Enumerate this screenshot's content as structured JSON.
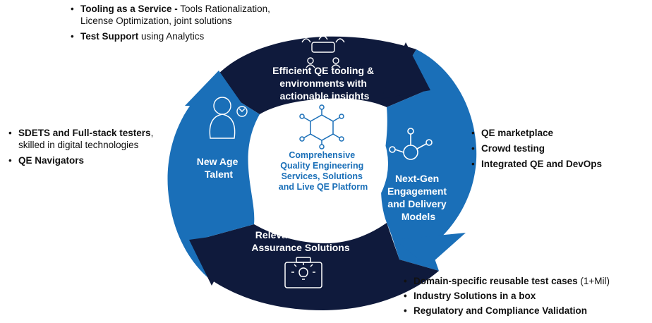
{
  "colors": {
    "dark_navy": "#0f1a3c",
    "blue": "#1a6fb8",
    "center_text": "#1a6fb8",
    "white": "#ffffff"
  },
  "top_list": [
    {
      "bold": "Tooling as a Service -",
      "rest": " Tools Rationalization,",
      "cont": "License Optimization, joint solutions"
    },
    {
      "bold": "Test Support",
      "rest": " using Analytics"
    }
  ],
  "left_list": [
    {
      "bold": "SDETS and Full-stack testers",
      "rest": ",",
      "cont": "skilled in digital technologies"
    },
    {
      "bold": "QE Navigators",
      "rest": ""
    }
  ],
  "right_list": [
    {
      "bold": "QE marketplace"
    },
    {
      "bold": "Crowd testing"
    },
    {
      "bold": "Integrated QE and DevOps"
    }
  ],
  "bottom_list": [
    {
      "bold": "Domain-specific reusable test cases",
      "note": " (1+Mil)"
    },
    {
      "bold": "Industry Solutions in a box"
    },
    {
      "bold": "Regulatory and Compliance Validation"
    }
  ],
  "segments": {
    "top": [
      "Efficient QE tooling &",
      "environments with",
      "actionable insights"
    ],
    "left": [
      "New Age",
      "Talent"
    ],
    "right": [
      "Next-Gen",
      "Engagement",
      "and Delivery",
      "Models"
    ],
    "bottom": [
      "Relevant Business",
      "Assurance Solutions"
    ]
  },
  "center": [
    "Comprehensive",
    "Quality Engineering",
    "Services, Solutions",
    "and Live QE Platform"
  ],
  "icons": {
    "top": "team-meeting-icon",
    "left": "person-refresh-icon",
    "right": "network-nodes-icon",
    "bottom": "lightbulb-briefcase-icon",
    "center": "molecule-icon"
  }
}
